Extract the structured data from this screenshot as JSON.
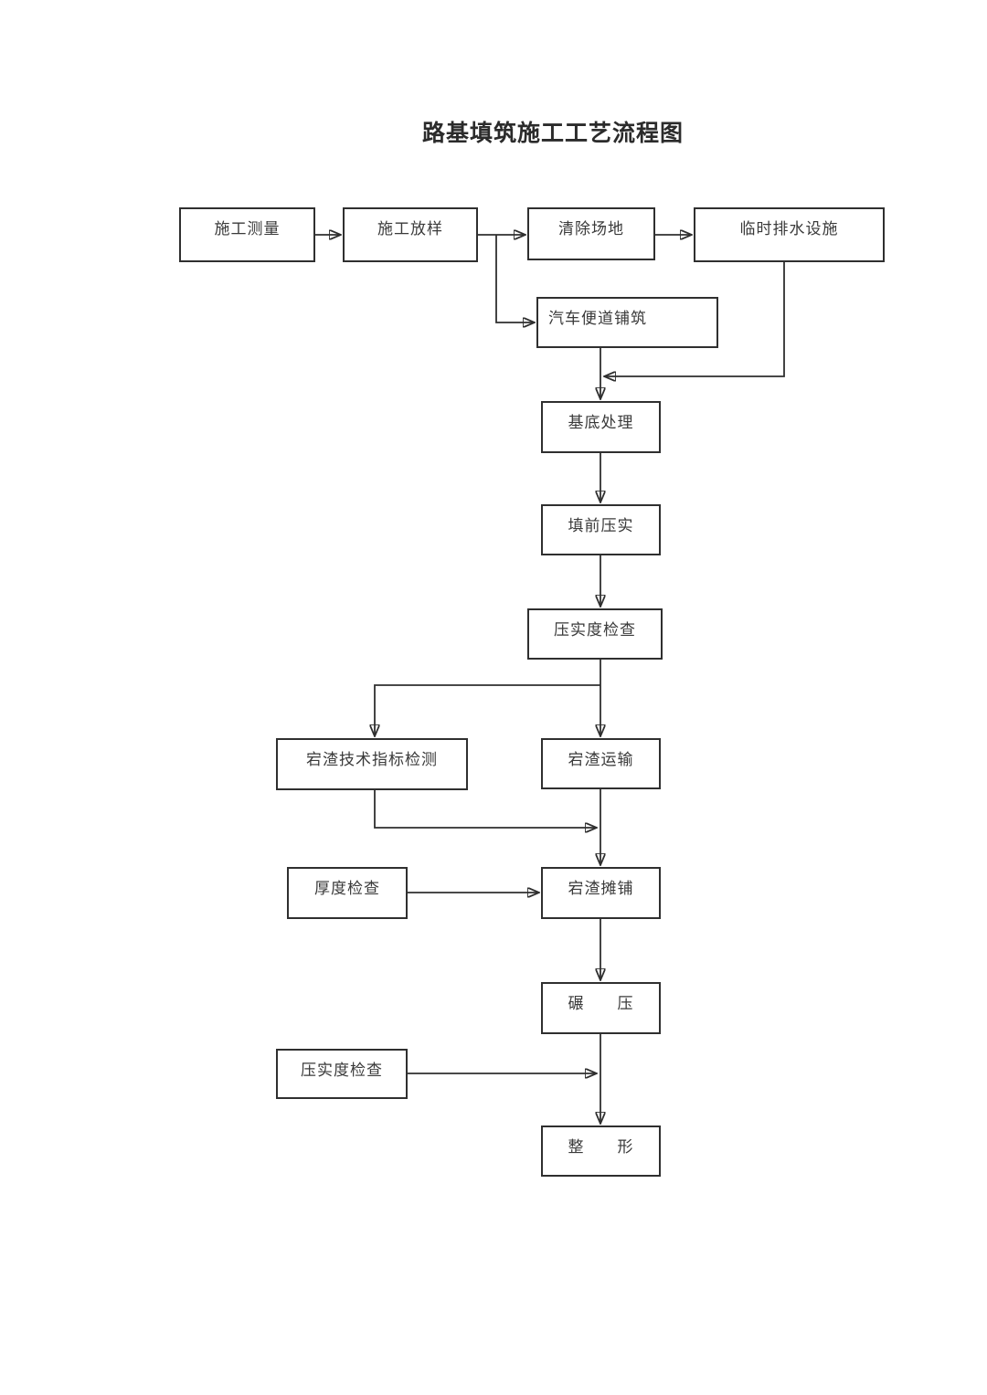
{
  "title": "路基填筑施工工艺流程图",
  "flowchart": {
    "line_color": "#2f2f2f",
    "nodes": {
      "survey": "施工测量",
      "stakeout": "施工放样",
      "clear_site": "清除场地",
      "temp_drainage": "临时排水设施",
      "temp_road": "汽车便道铺筑",
      "base_treatment": "基底处理",
      "pre_fill_compaction": "填前压实",
      "compaction_check_1": "压实度检查",
      "slag_index_test": "宕渣技术指标检测",
      "slag_transport": "宕渣运输",
      "thickness_check": "厚度检查",
      "slag_spreading": "宕渣摊铺",
      "rolling": "碾　　压",
      "compaction_check_2": "压实度检查",
      "shaping": "整　　形"
    },
    "edges": [
      {
        "from": "survey",
        "to": "stakeout"
      },
      {
        "from": "stakeout",
        "to": "clear_site"
      },
      {
        "from": "clear_site",
        "to": "temp_drainage"
      },
      {
        "from": "stakeout",
        "to": "temp_road"
      },
      {
        "from": "temp_drainage",
        "to": "base_treatment"
      },
      {
        "from": "temp_road",
        "to": "base_treatment"
      },
      {
        "from": "base_treatment",
        "to": "pre_fill_compaction"
      },
      {
        "from": "pre_fill_compaction",
        "to": "compaction_check_1"
      },
      {
        "from": "compaction_check_1",
        "to": "slag_index_test"
      },
      {
        "from": "compaction_check_1",
        "to": "slag_transport"
      },
      {
        "from": "slag_index_test",
        "to": "slag_spreading"
      },
      {
        "from": "slag_transport",
        "to": "slag_spreading"
      },
      {
        "from": "thickness_check",
        "to": "slag_spreading"
      },
      {
        "from": "slag_spreading",
        "to": "rolling"
      },
      {
        "from": "rolling",
        "to": "shaping"
      },
      {
        "from": "compaction_check_2",
        "to": "shaping"
      }
    ]
  }
}
